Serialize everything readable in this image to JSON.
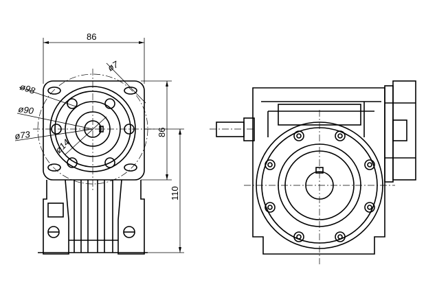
{
  "drawing": {
    "title": "Worm gear reducer outline drawing",
    "front_view": {
      "dim_width": "86",
      "dim_height": "86",
      "dim_center_height": "110",
      "dia_outer": "ø98",
      "dia_pcd": "ø90",
      "dia_spigot": "ø73",
      "dia_hole": "ø7",
      "dia_bore": "ø14"
    }
  },
  "colors": {
    "line": "#000000",
    "background": "#ffffff"
  }
}
